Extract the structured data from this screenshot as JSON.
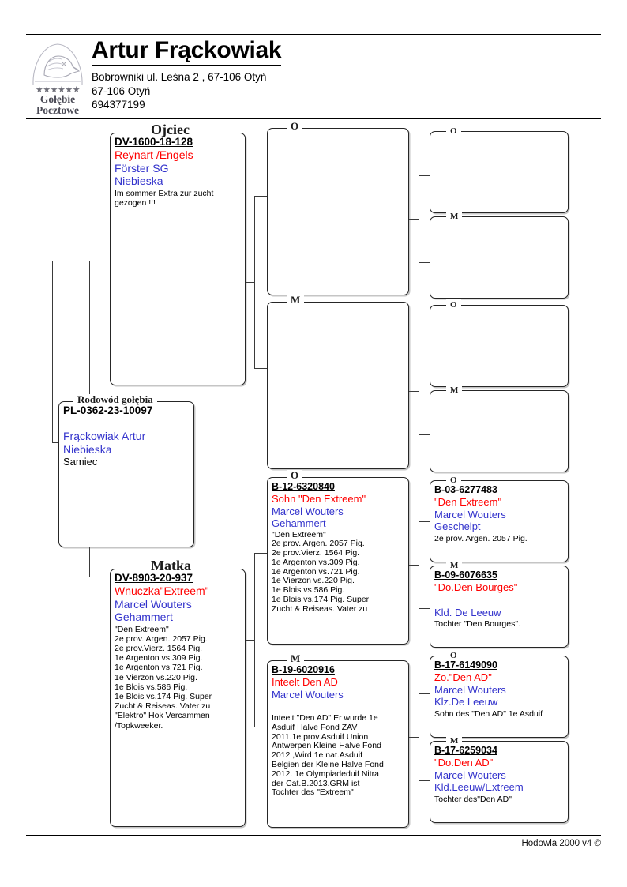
{
  "header": {
    "breeder_name": "Artur Frąckowiak",
    "address_line1": "Bobrowniki ul. Leśna 2 , 67-106 Otyń",
    "address_line2": "67-106 Otyń",
    "phone": "694377199",
    "logo_stars": "★★★★★★",
    "logo_word1": "Gołębie",
    "logo_word2": "Pocztowe"
  },
  "footer": {
    "credit": "Hodowla 2000 v4 ©"
  },
  "labels": {
    "father": "Ojciec",
    "mother": "Matka",
    "subject": "Rodowód gołębia",
    "sire": "O",
    "dam": "M"
  },
  "subject": {
    "ring": "PL-0362-23-10097",
    "nickname": "",
    "owner": "Frąckowiak Artur",
    "colour": "Niebieska",
    "sex": "Samiec"
  },
  "father": {
    "ring": "DV-1600-18-128",
    "nickname": "Reynart /Engels",
    "owner": "Förster SG",
    "colour": "Niebieska",
    "notes": "Im sommer Extra zur zucht gezogen !!!"
  },
  "mother": {
    "ring": "DV-8903-20-937",
    "nickname": "Wnuczka\"Extreem\"",
    "owner": "Marcel Wouters",
    "colour": "Gehammert",
    "notes": "\"Den Extreem\"\n2e prov. Argen. 2057 Pig.\n2e prov.Vierz. 1564 Pig.\n1e Argenton vs.309 Pig.\n1e Argenton vs.721 Pig.\n 1e Vierzon vs.220 Pig.\n1e Blois vs.586 Pig.\n1e Blois vs.174 Pig. Super\nZucht & Reiseas. Vater zu\n\"Elektro\" Hok Vercammen\n/Topkweeker."
  },
  "gen2": {
    "father_sire": {
      "ring": "",
      "nickname": "",
      "owner": "",
      "colour": "",
      "notes": ""
    },
    "father_dam": {
      "ring": "",
      "nickname": "",
      "owner": "",
      "colour": "",
      "notes": ""
    },
    "mother_sire": {
      "ring": "B-12-6320840",
      "nickname": "Sohn \"Den Extreem\"",
      "owner": "Marcel Wouters",
      "colour": "Gehammert",
      "notes": "\"Den Extreem\"\n2e prov. Argen. 2057 Pig.\n2e prov.Vierz. 1564 Pig.\n1e Argenton vs.309 Pig.\n1e Argenton vs.721 Pig.\n 1e Vierzon vs.220 Pig.\n1e Blois vs.586 Pig.\n1e Blois vs.174 Pig. Super\nZucht & Reiseas. Vater zu"
    },
    "mother_dam": {
      "ring": "B-19-6020916",
      "nickname": "Inteelt Den AD",
      "owner": "Marcel Wouters",
      "colour": "",
      "notes": "Inteelt \"Den AD\".Er wurde 1e\nAsduif Halve Fond ZAV\n2011.1e prov.Asduif Union\nAntwerpen Kleine Halve Fond\n2012 ,Wird 1e nat.Asduif\nBelgien der Kleine Halve Fond\n2012. 1e Olympiadeduif Nitra\nder Cat.B.2013.GRM ist\nTochter des \"Extreem\""
    }
  },
  "gen3": {
    "ff_sire": {
      "ring": "",
      "nickname": "",
      "owner": "",
      "colour": "",
      "notes": ""
    },
    "ff_dam": {
      "ring": "",
      "nickname": "",
      "owner": "",
      "colour": "",
      "notes": ""
    },
    "fm_sire": {
      "ring": "",
      "nickname": "",
      "owner": "",
      "colour": "",
      "notes": ""
    },
    "fm_dam": {
      "ring": "",
      "nickname": "",
      "owner": "",
      "colour": "",
      "notes": ""
    },
    "mf_sire": {
      "ring": "B-03-6277483",
      "nickname": "\"Den Extreem\"",
      "owner": "Marcel Wouters",
      "colour": "Geschelpt",
      "notes": "2e prov. Argen. 2057 Pig."
    },
    "mf_dam": {
      "ring": "B-09-6076635",
      "nickname": "\"Do.Den Bourges\"",
      "owner": "",
      "colour": "Kld. De Leeuw",
      "notes": "Tochter \"Den Bourges\"."
    },
    "mm_sire": {
      "ring": "B-17-6149090",
      "nickname": "Zo.\"Den AD\"",
      "owner": "Marcel Wouters",
      "colour": "Klz.De Leeuw",
      "notes": "Sohn des \"Den AD\" 1e Asduif"
    },
    "mm_dam": {
      "ring": "B-17-6259034",
      "nickname": "\"Do.Den AD\"",
      "owner": "Marcel Wouters",
      "colour": "Kld.Leeuw/Extreem",
      "notes": "Tochter des\"Den AD\""
    }
  },
  "colors": {
    "nickname": "#ff0000",
    "owner": "#3333cc",
    "text": "#000000",
    "border": "#262626"
  }
}
